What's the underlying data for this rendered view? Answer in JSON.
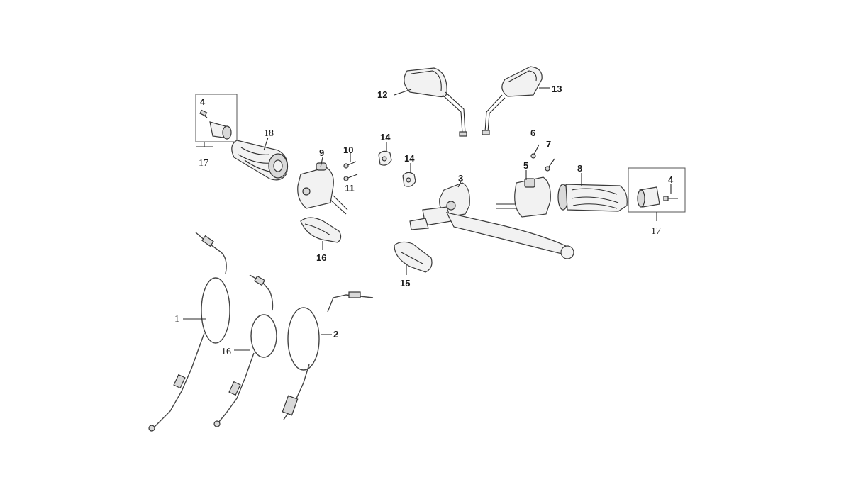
{
  "callouts": {
    "c1": "1",
    "c2": "2",
    "c3": "3",
    "c4a": "4",
    "c4b": "4",
    "c5": "5",
    "c6": "6",
    "c7": "7",
    "c8": "8",
    "c9": "9",
    "c10": "10",
    "c11": "11",
    "c12": "12",
    "c13": "13",
    "c14a": "14",
    "c14b": "14",
    "c15": "15",
    "c16a": "16",
    "c16b": "16",
    "c17a": "17",
    "c17b": "17",
    "c18": "18"
  }
}
